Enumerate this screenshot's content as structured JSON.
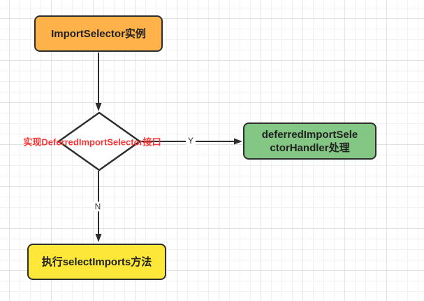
{
  "diagram": {
    "title": "ImportSelector flowchart",
    "stroke_color": "#2E2E2E",
    "nodes": {
      "start": {
        "type": "process",
        "label": "ImportSelector实例",
        "fill": "#FFB14A",
        "text_color": "#212121"
      },
      "decision": {
        "type": "decision",
        "label": "实现DeferredImportSelector接口",
        "label_color": "#FB3636",
        "fill": "#FFFFFF"
      },
      "deferred_handler": {
        "type": "process",
        "label": "deferredImportSele\nctorHandler处理",
        "fill": "#84C784",
        "text_color": "#212121"
      },
      "select_imports": {
        "type": "process",
        "label": "执行selectImports方法",
        "fill": "#FDE839",
        "text_color": "#212121"
      }
    },
    "edges": {
      "start_to_decision": {
        "from": "start",
        "to": "decision",
        "label": ""
      },
      "decision_to_handler": {
        "from": "decision",
        "to": "deferred_handler",
        "label": "Y"
      },
      "decision_to_select": {
        "from": "decision",
        "to": "select_imports",
        "label": "N"
      }
    }
  }
}
